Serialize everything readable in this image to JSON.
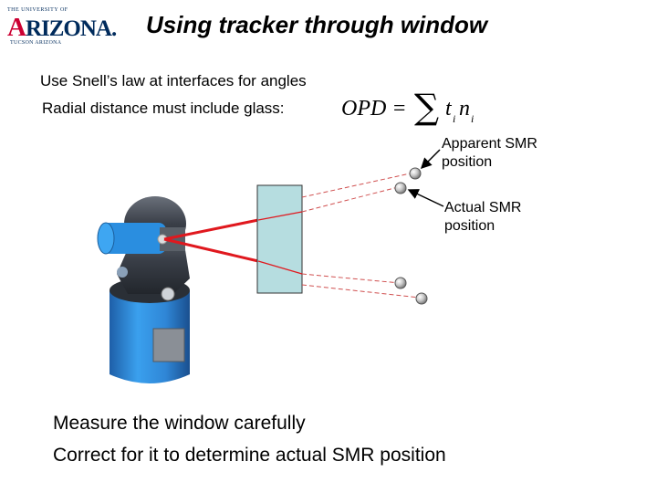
{
  "logo": {
    "line1": "THE UNIVERSITY OF",
    "main_first": "A",
    "main_rest": "RIZONA.",
    "line3": "TUCSON ARIZONA"
  },
  "title": "Using tracker through window",
  "bullets": [
    "Use Snell’s law at interfaces for angles",
    "Radial distance must include glass:"
  ],
  "formula": {
    "lhs": "OPD =",
    "sum_symbol": "∑",
    "t": "t",
    "n": "n",
    "sub_i": "i"
  },
  "labels": {
    "apparent_line1": "Apparent SMR",
    "apparent_line2": "position",
    "actual_line1": "Actual SMR",
    "actual_line2": "position"
  },
  "bottom_text": [
    "Measure the window carefully",
    "Correct for it to determine actual SMR position"
  ],
  "colors": {
    "beam": "#e0181e",
    "dashed_ray": "#d05050",
    "window_fill": "#b6dde0",
    "tracker_blue": "#2f86d6",
    "tracker_dark": "#3a3f48",
    "sphere": "#a8a8a8"
  }
}
